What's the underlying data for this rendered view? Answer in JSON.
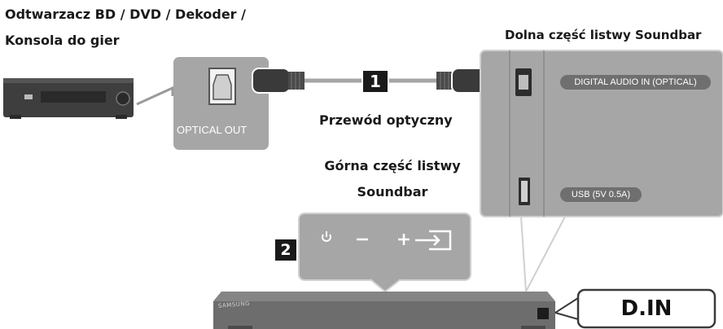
{
  "source_device": {
    "line1": "Odtwarzacz BD / DVD / Dekoder /",
    "line2": "Konsola do gier"
  },
  "optical_out_label": "OPTICAL OUT",
  "cable": {
    "label": "Przewód optyczny",
    "step": "1"
  },
  "soundbar_bottom": {
    "title": "Dolna część listwy Soundbar",
    "optical_port": "DIGITAL AUDIO IN (OPTICAL)",
    "usb_port": "USB (5V 0.5A)"
  },
  "soundbar_top": {
    "line1": "Górna część listwy",
    "line2": "Soundbar",
    "step": "2"
  },
  "soundbar_brand": "SAMSUNG",
  "display_text": "D.IN",
  "colors": {
    "panel": "#a6a6a6",
    "panel_dark": "#7d7d7d",
    "soundbar": "#6d6d6d",
    "badge": "#1a1a1a"
  }
}
